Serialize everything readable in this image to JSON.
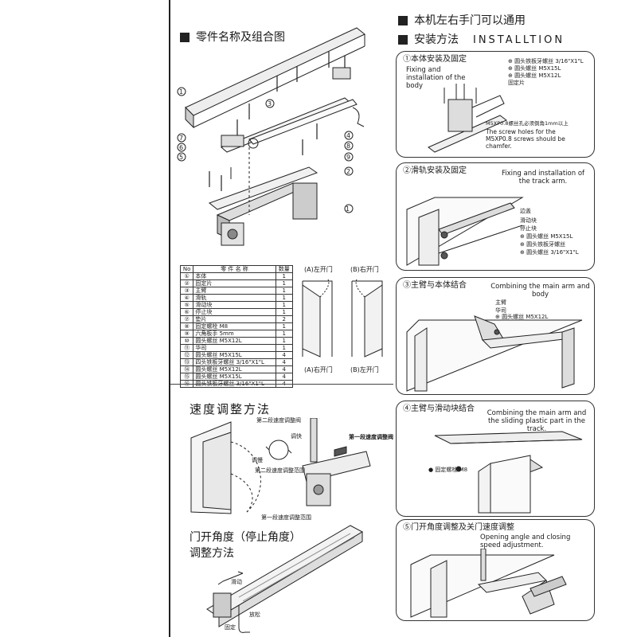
{
  "left": {
    "parts_heading": "零件名称及组合图",
    "part_callouts": [
      "①",
      "②",
      "③",
      "④",
      "⑤",
      "⑥",
      "⑦",
      "⑧",
      "⑨",
      "⑩"
    ],
    "table": {
      "headers": [
        "No",
        "零 件 名 称",
        "数量"
      ],
      "rows": [
        {
          "no": "①",
          "name": "本体",
          "qty": "1"
        },
        {
          "no": "②",
          "name": "固定片",
          "qty": "1"
        },
        {
          "no": "③",
          "name": "主臂",
          "qty": "1"
        },
        {
          "no": "④",
          "name": "滑轨",
          "qty": "1"
        },
        {
          "no": "⑤",
          "name": "滑动块",
          "qty": "1"
        },
        {
          "no": "⑥",
          "name": "停止块",
          "qty": "1"
        },
        {
          "no": "⑦",
          "name": "垫片",
          "qty": "2"
        },
        {
          "no": "⑧",
          "name": "固定螺栓 M8",
          "qty": "1"
        },
        {
          "no": "⑨",
          "name": "六角板手 5mm",
          "qty": "1"
        },
        {
          "no": "⑩",
          "name": "圆头螺丝 M5X12L",
          "qty": "1"
        },
        {
          "no": "⑪",
          "name": "华司",
          "qty": "1"
        },
        {
          "no": "⑫",
          "name": "圆头螺丝 M5X15L",
          "qty": "4"
        },
        {
          "no": "⑬",
          "name": "四头铁板牙螺丝 3/16\"X1\"L",
          "qty": "4"
        },
        {
          "no": "⑭",
          "name": "圆头螺丝 M5X12L",
          "qty": "4"
        },
        {
          "no": "⑮",
          "name": "圆头螺丝 M5X15L",
          "qty": "4"
        },
        {
          "no": "⑯",
          "name": "圆头铁板牙螺丝 3/16\"X1\"L",
          "qty": "4"
        }
      ]
    },
    "door_labels": {
      "top_left": "(A)左开门",
      "top_right": "(B)右开门",
      "bottom_left": "(A)右开门",
      "bottom_right": "(B)左开门"
    },
    "speed_heading": "速度调整方法",
    "speed_labels": {
      "second_speed": "第二段速度调整阀",
      "first_speed": "第一段速度调整阀",
      "fast": "调快",
      "slow": "调慢",
      "second_range": "第二段速度调整范围",
      "first_range": "第一段速度调整范围"
    },
    "angle_heading_1": "门开角度（停止角度）",
    "angle_heading_2": "调整方法",
    "angle_labels": {
      "slide": "滑动",
      "loosen": "放松",
      "fix": "固定"
    }
  },
  "right": {
    "heading_1": "本机左右手门可以通用",
    "heading_2_cn": "安装方法",
    "heading_2_en": "INSTALLTION",
    "panels": [
      {
        "title": "①本体安装及固定",
        "en": "Fixing and installation of the body",
        "labels": [
          "⊕ 圆头铁板牙螺丝 3/16\"X1\"L",
          "⊕ 圆头螺丝 M5X15L",
          "⊕ 圆头螺丝 M5X12L",
          "固定片"
        ],
        "note_cn": "M5XP0.8螺丝孔必须倒角1mm以上",
        "note_en": "The screw holes for the M5XP0.8 screws should be chamfer."
      },
      {
        "title": "②滑轨安装及固定",
        "en": "Fixing and installation of the track arm.",
        "labels": [
          "边盖",
          "滑动块",
          "停止块",
          "⊕ 圆头螺丝 M5X15L",
          "⊕ 圆头铁板牙螺丝",
          "⊕ 圆头螺丝 3/16\"X1\"L"
        ]
      },
      {
        "title": "③主臂与本体结合",
        "en": "Combining the main arm and body",
        "labels": [
          "主臂",
          "华司",
          "⊕ 圆头螺丝 M5X12L"
        ]
      },
      {
        "title": "④主臂与滑动块结合",
        "en": "Combining the main arm and the sliding plastic part in the track.",
        "labels": [
          "固定螺栓 M8"
        ]
      },
      {
        "title": "⑤门开角度调整及关门速度调整",
        "en": "Opening angle and closing speed adjustment."
      }
    ]
  }
}
